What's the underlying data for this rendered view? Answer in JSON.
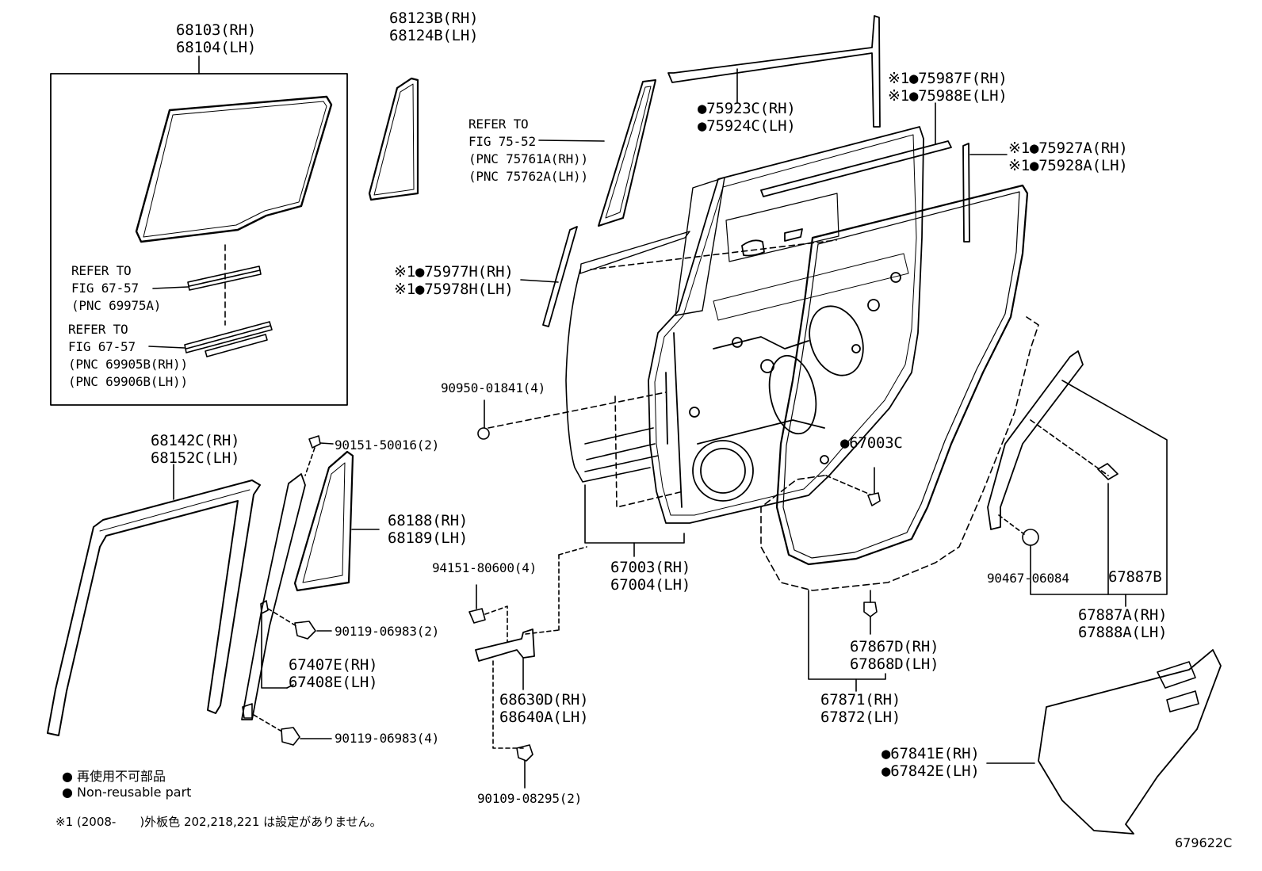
{
  "labels": {
    "glass_rh": "68103(RH)",
    "glass_lh": "68104(LH)",
    "quarter_glass_rh": "68123B(RH)",
    "quarter_glass_lh": "68124B(LH)",
    "ref1_a": "REFER TO",
    "ref1_b": "FIG 67-57",
    "ref1_c": "(PNC 69975A)",
    "ref2_a": "REFER TO",
    "ref2_b": "FIG 67-57",
    "ref2_c": "(PNC 69905B(RH))",
    "ref2_d": "(PNC 69906B(LH))",
    "ref3_a": "REFER TO",
    "ref3_b": "FIG 75-52",
    "ref3_c": "(PNC 75761A(RH))",
    "ref3_d": "(PNC 75762A(LH))",
    "p75923": "●75923C(RH)",
    "p75924": "●75924C(LH)",
    "p75987": "※1●75987F(RH)",
    "p75988": "※1●75988E(LH)",
    "p75927": "※1●75927A(RH)",
    "p75928": "※1●75928A(LH)",
    "p75977": "※1●75977H(RH)",
    "p75978": "※1●75978H(LH)",
    "p90950": "90950-01841(4)",
    "p67003c": "●67003C",
    "p68142": "68142C(RH)",
    "p68152": "68152C(LH)",
    "p90151": "90151-50016(2)",
    "p68188": "68188(RH)",
    "p68189": "68189(LH)",
    "p94151": "94151-80600(4)",
    "p67003": "67003(RH)",
    "p67004": "67004(LH)",
    "p90467": "90467-06084",
    "p67887b": "67887B",
    "p67887a": "67887A(RH)",
    "p67888a": "67888A(LH)",
    "p90119a": "90119-06983(2)",
    "p67407": "67407E(RH)",
    "p67408": "67408E(LH)",
    "p68630": "68630D(RH)",
    "p68640": "68640A(LH)",
    "p67867": "67867D(RH)",
    "p67868": "67868D(LH)",
    "p67871": "67871(RH)",
    "p67872": "67872(LH)",
    "p90119b": "90119-06983(4)",
    "p67841": "●67841E(RH)",
    "p67842": "●67842E(LH)",
    "p90109": "90109-08295(2)"
  },
  "legend": {
    "jp": "● 再使用不可部品",
    "en": "● Non-reusable part",
    "note": "※1 (2008-　　)外板色 202,218,221 は設定がありません。"
  },
  "figure_id": "679622C"
}
